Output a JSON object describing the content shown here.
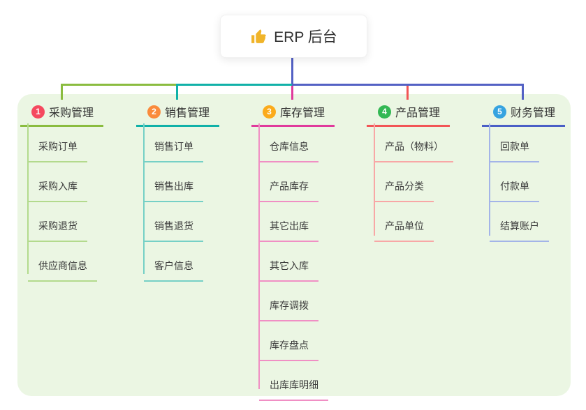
{
  "root": {
    "title": "ERP 后台",
    "icon": "thumbs-up-icon",
    "icon_color": "#f0b429"
  },
  "canvas": {
    "panel_color": "#ebf6e3",
    "trunk_color": "#5361c4",
    "text_color": "#333333"
  },
  "branches": [
    {
      "badge": "1",
      "badge_color": "#f5495f",
      "label": "采购管理",
      "line_color": "#8abc3f",
      "item_line_color": "#b3da8d",
      "items": [
        "采购订单",
        "采购入库",
        "采购退货",
        "供应商信息"
      ]
    },
    {
      "badge": "2",
      "badge_color": "#fa8b3c",
      "label": "销售管理",
      "line_color": "#10b1a8",
      "item_line_color": "#76d0c6",
      "items": [
        "销售订单",
        "销售出库",
        "销售退货",
        "客户信息"
      ]
    },
    {
      "badge": "3",
      "badge_color": "#fbab1c",
      "label": "库存管理",
      "line_color": "#e03a9c",
      "item_line_color": "#f08fc4",
      "items": [
        "仓库信息",
        "产品库存",
        "其它出库",
        "其它入库",
        "库存调拨",
        "库存盘点",
        "出库库明细"
      ]
    },
    {
      "badge": "4",
      "badge_color": "#33b854",
      "label": "产品管理",
      "line_color": "#f25556",
      "item_line_color": "#f8a7a6",
      "items": [
        "产品（物料）",
        "产品分类",
        "产品单位"
      ]
    },
    {
      "badge": "5",
      "badge_color": "#36a3e0",
      "label": "财务管理",
      "line_color": "#4a5fc6",
      "item_line_color": "#a3b4e8",
      "items": [
        "回款单",
        "付款单",
        "结算账户"
      ]
    }
  ]
}
